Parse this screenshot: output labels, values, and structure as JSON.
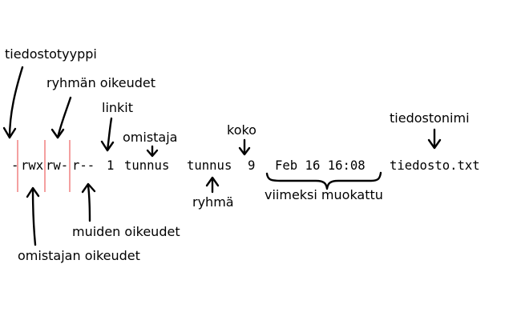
{
  "listing": {
    "type_char": "-",
    "owner_perms": "rwx",
    "group_perms": "rw-",
    "other_perms": "r--",
    "links": "1",
    "owner": "tunnus",
    "group": "tunnus",
    "size": "9",
    "date": "Feb 16 16:08",
    "filename": "tiedosto.txt"
  },
  "labels": {
    "file_type": "tiedostotyyppi",
    "group_permissions": "ryhmän oikeudet",
    "links": "linkit",
    "owner": "omistaja",
    "size": "koko",
    "filename": "tiedostonimi",
    "group": "ryhmä",
    "last_modified": "viimeksi muokattu",
    "other_permissions": "muiden oikeudet",
    "owner_permissions": "omistajan oikeudet"
  },
  "colors": {
    "separator": "#f08080",
    "ink": "#000000"
  }
}
